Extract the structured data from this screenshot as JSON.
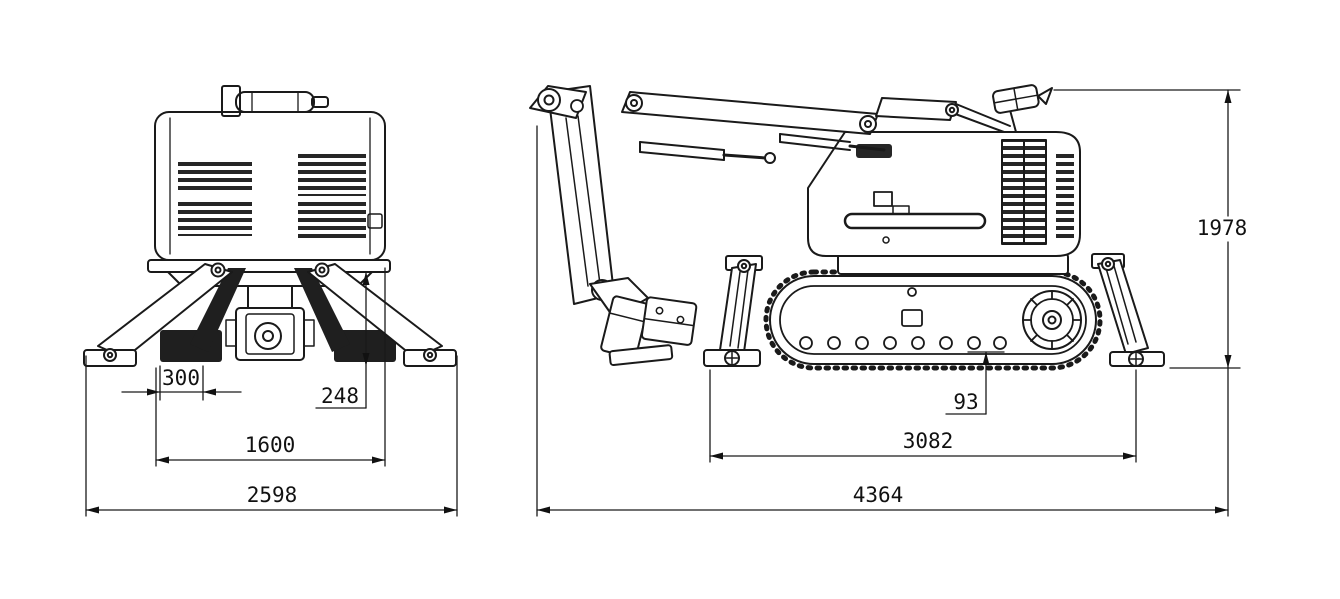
{
  "style": {
    "background": "#ffffff",
    "line_color": "#1a1a1a",
    "text_color": "#111111"
  },
  "front_view": {
    "dim_300": "300",
    "dim_248": "248",
    "dim_1600": "1600",
    "dim_2598": "2598"
  },
  "side_view": {
    "dim_1978": "1978",
    "dim_93": "93",
    "dim_3082": "3082",
    "dim_4364": "4364"
  }
}
